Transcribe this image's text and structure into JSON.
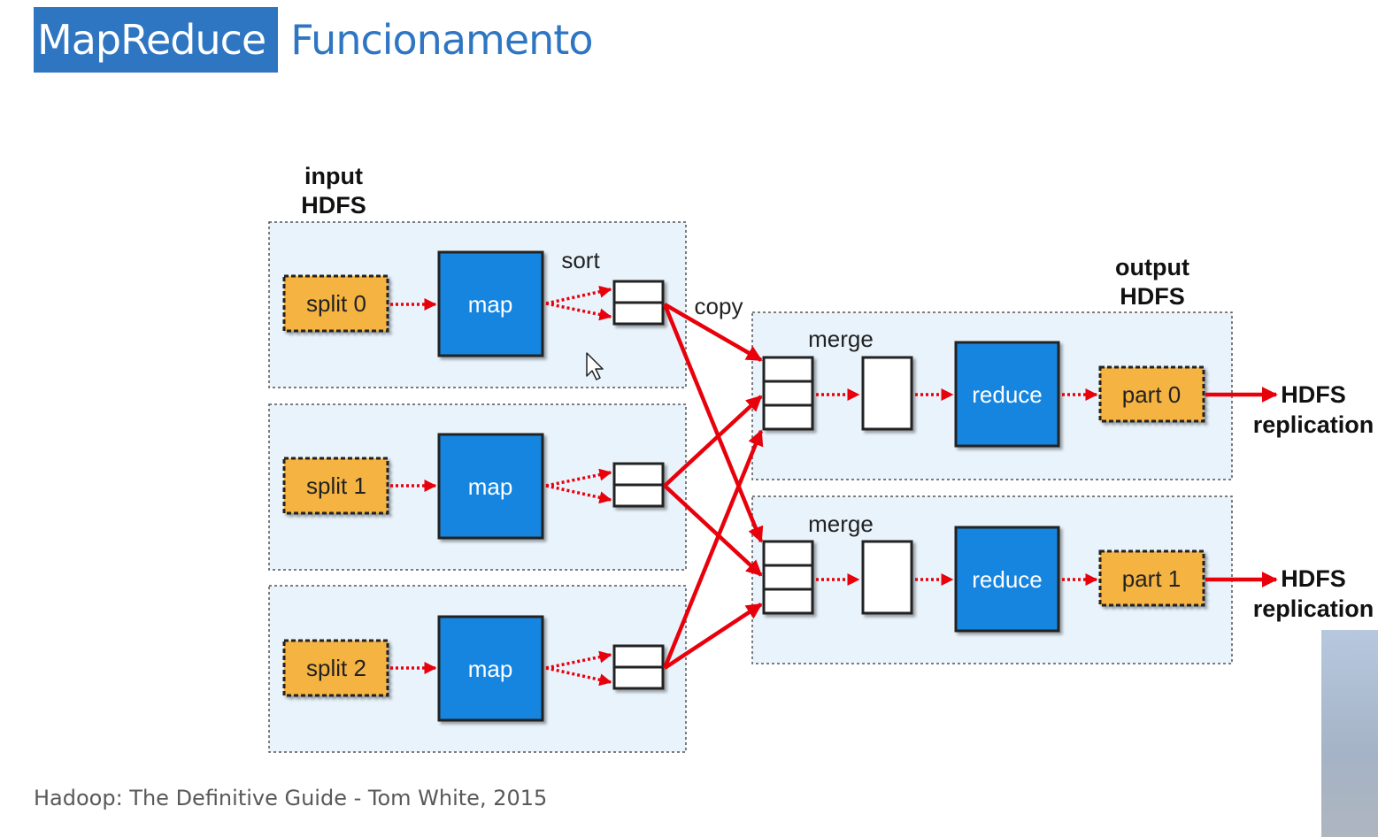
{
  "title": {
    "highlight": "MapReduce",
    "rest": "Funcionamento"
  },
  "citation": "Hadoop: The Definitive Guide - Tom White, 2015",
  "diagram": {
    "input_label": [
      "input",
      "HDFS"
    ],
    "output_label": [
      "output",
      "HDFS"
    ],
    "sort_label": "sort",
    "copy_label": "copy",
    "merge_label": "merge",
    "map_label": "map",
    "reduce_label": "reduce",
    "splits": [
      "split 0",
      "split 1",
      "split 2"
    ],
    "parts": [
      "part 0",
      "part 1"
    ],
    "replication": [
      "HDFS",
      "replication"
    ]
  },
  "colors": {
    "title_blue": "#2e75c2",
    "process_blue": "#1685e0",
    "split_orange": "#f5b342",
    "arrow_red": "#e8000b",
    "panel_bg": "#e9f3fc"
  }
}
